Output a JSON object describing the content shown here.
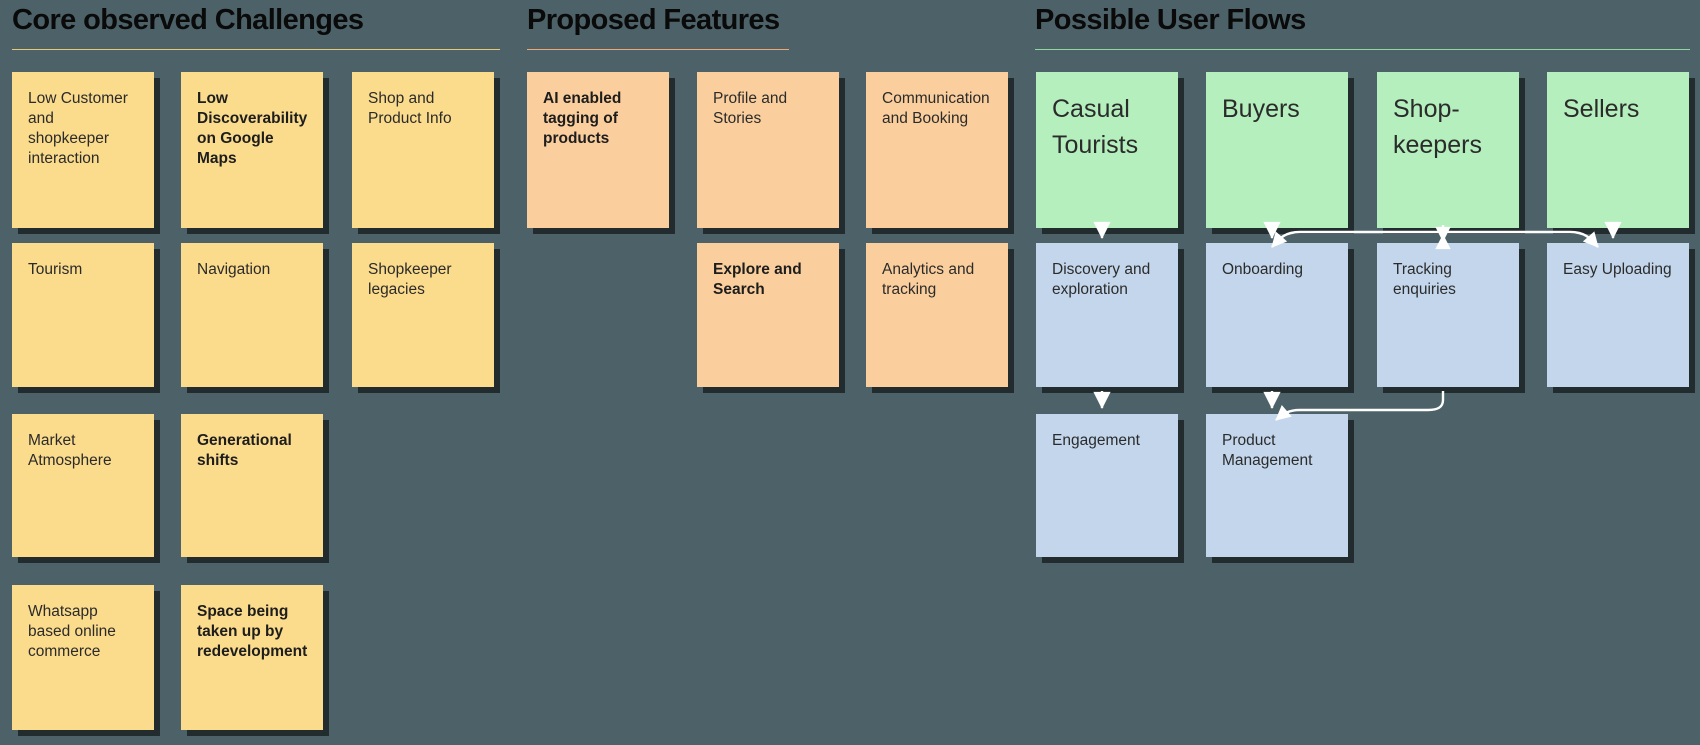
{
  "board": {
    "background_color": "#4c6268",
    "arrow_color": "#ffffff"
  },
  "columns": [
    {
      "id": "core-observed-challenges",
      "title": "Core observed Challenges",
      "rule_color": "#e8c871",
      "card_color": "#fbdb8c",
      "cards": [
        {
          "text": "Low Customer and shopkeeper interaction",
          "bold": false
        },
        {
          "text": "Low Discoverability on Google Maps",
          "bold": true
        },
        {
          "text": "Shop and Product Info",
          "bold": false
        },
        {
          "text": "Tourism",
          "bold": false
        },
        {
          "text": "Navigation",
          "bold": false
        },
        {
          "text": "Shopkeeper legacies",
          "bold": false
        },
        {
          "text": "Market Atmosphere",
          "bold": false
        },
        {
          "text": "Generational shifts",
          "bold": true
        },
        {
          "text": "Whatsapp based online commerce",
          "bold": false
        },
        {
          "text": "Space being taken up by redevelopment",
          "bold": true
        }
      ]
    },
    {
      "id": "proposed-features",
      "title": "Proposed Features",
      "rule_color": "#f0a870",
      "card_color": "#fbcf9d",
      "cards": [
        {
          "text": "AI enabled tagging of products",
          "bold": true
        },
        {
          "text": "Profile and Stories",
          "bold": false
        },
        {
          "text": "Communication and Booking",
          "bold": false
        },
        {
          "text": "Explore and Search",
          "bold": true
        },
        {
          "text": "Analytics and tracking",
          "bold": false
        }
      ]
    },
    {
      "id": "possible-user-flows",
      "title": "Possible User Flows",
      "rule_color": "#8fd6a0",
      "persona_color": "#b4efbd",
      "step_color": "#c3d6ec",
      "personas": [
        {
          "text": "Casual Tourists"
        },
        {
          "text": "Buyers"
        },
        {
          "text": "Shop-\nkeepers"
        },
        {
          "text": "Sellers"
        }
      ],
      "steps_row1": [
        {
          "text": "Discovery and exploration"
        },
        {
          "text": "Onboarding"
        },
        {
          "text": "Tracking enquiries"
        },
        {
          "text": "Easy Uploading"
        }
      ],
      "steps_row2": [
        {
          "text": "Engagement"
        },
        {
          "text": "Product Management"
        }
      ]
    }
  ]
}
